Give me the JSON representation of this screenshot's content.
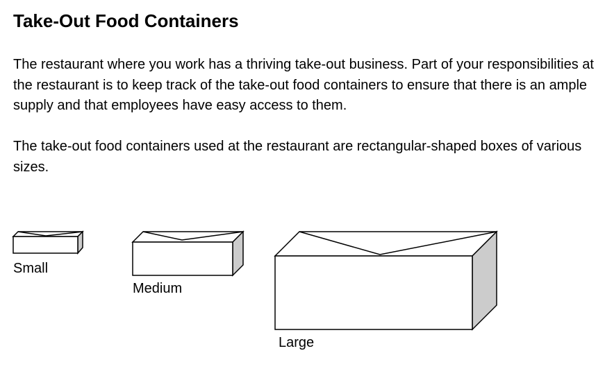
{
  "document": {
    "title": "Take-Out Food Containers",
    "paragraphs": [
      "The restaurant where you work has a thriving take-out business. Part of your responsibilities at the restaurant is to keep track of the take-out food containers to ensure that there is an ample supply and that employees have easy access to them.",
      "The take-out food containers used at the restaurant are rectangular-shaped boxes of various sizes."
    ]
  },
  "figure": {
    "boxes": [
      {
        "label": "Small"
      },
      {
        "label": "Medium"
      },
      {
        "label": "Large"
      }
    ],
    "colors": {
      "front_face": "#ffffff",
      "side_face": "#cccccc",
      "outline": "#000000"
    }
  }
}
